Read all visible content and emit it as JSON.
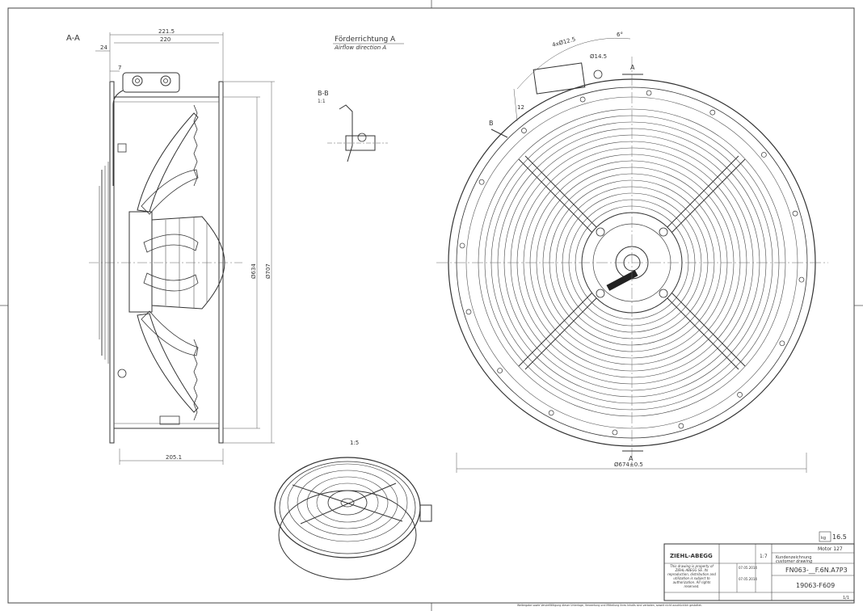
{
  "views": {
    "section_aa": "A-A",
    "section_bb": "B-B",
    "scale_bb": "1:1",
    "iso_scale": "1:5"
  },
  "airflow": {
    "label_de": "Förderrichtung A",
    "label_en": "Airflow direction A"
  },
  "markers": {
    "a_top": "A",
    "a_bottom": "A",
    "b_left": "B"
  },
  "dimensions": {
    "d1": "221.5",
    "d2": "220",
    "d3": "24",
    "d4": "7",
    "d5": "Ø634",
    "d6": "Ø707",
    "d7": "205.1",
    "d8": "Ø674±0.5",
    "d9": "4xØ12.5",
    "d10": "Ø14.5",
    "d11": "6°",
    "d12": "12"
  },
  "title_block": {
    "weight": "16.5",
    "weight_unit": "kg",
    "motor": "Motor 127",
    "company": "ZIEHL-ABEGG",
    "copyright": "This drawing is property of ZIEHL-ABEGG SE. Its reproduction, distribution and utilization is subject to authorization. All rights reserved.",
    "title_de": "Kundenzeichnung",
    "title_en": "customer drawing",
    "type_code": "FN063-__F.6N.A7P3",
    "drawing_number": "19063-F609",
    "scale": "1:7",
    "date1": "07.05.2014",
    "date2": "07.05.2014",
    "sheet": "1/1",
    "footer": "Weitergabe sowie Vervielfältigung dieser Unterlage, Verwertung und Mitteilung ihres Inhalts sind verboten, soweit nicht ausdrücklich gestattet."
  }
}
